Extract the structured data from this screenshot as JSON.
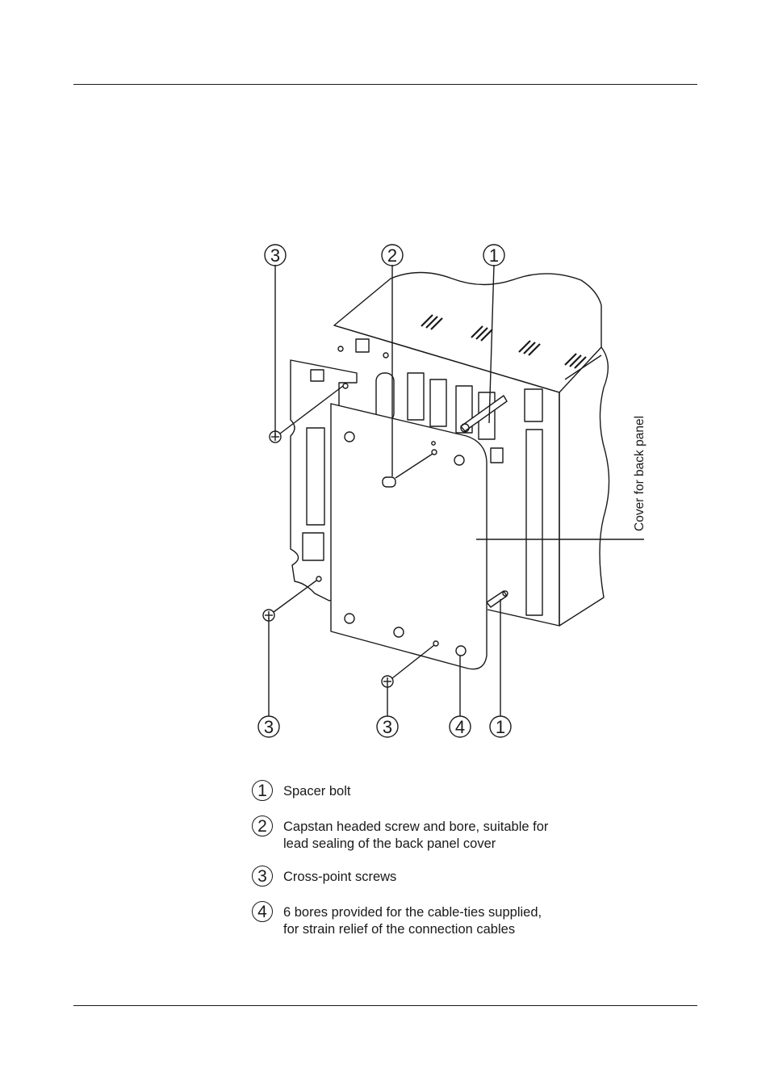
{
  "figure": {
    "callouts": {
      "top_left": "3",
      "top_middle": "2",
      "top_right": "1",
      "bottom_left": "3",
      "bottom_middle": "3",
      "bottom_bore": "4",
      "bottom_right": "1"
    },
    "side_label": "Cover for back panel"
  },
  "legend": [
    {
      "number": "1",
      "text": "Spacer bolt"
    },
    {
      "number": "2",
      "text": "Capstan headed screw and bore, suitable for\nlead sealing of the back panel cover"
    },
    {
      "number": "3",
      "text": "Cross-point screws"
    },
    {
      "number": "4",
      "text": "6 bores provided for the cable-ties supplied,\nfor strain relief of the connection cables"
    }
  ]
}
